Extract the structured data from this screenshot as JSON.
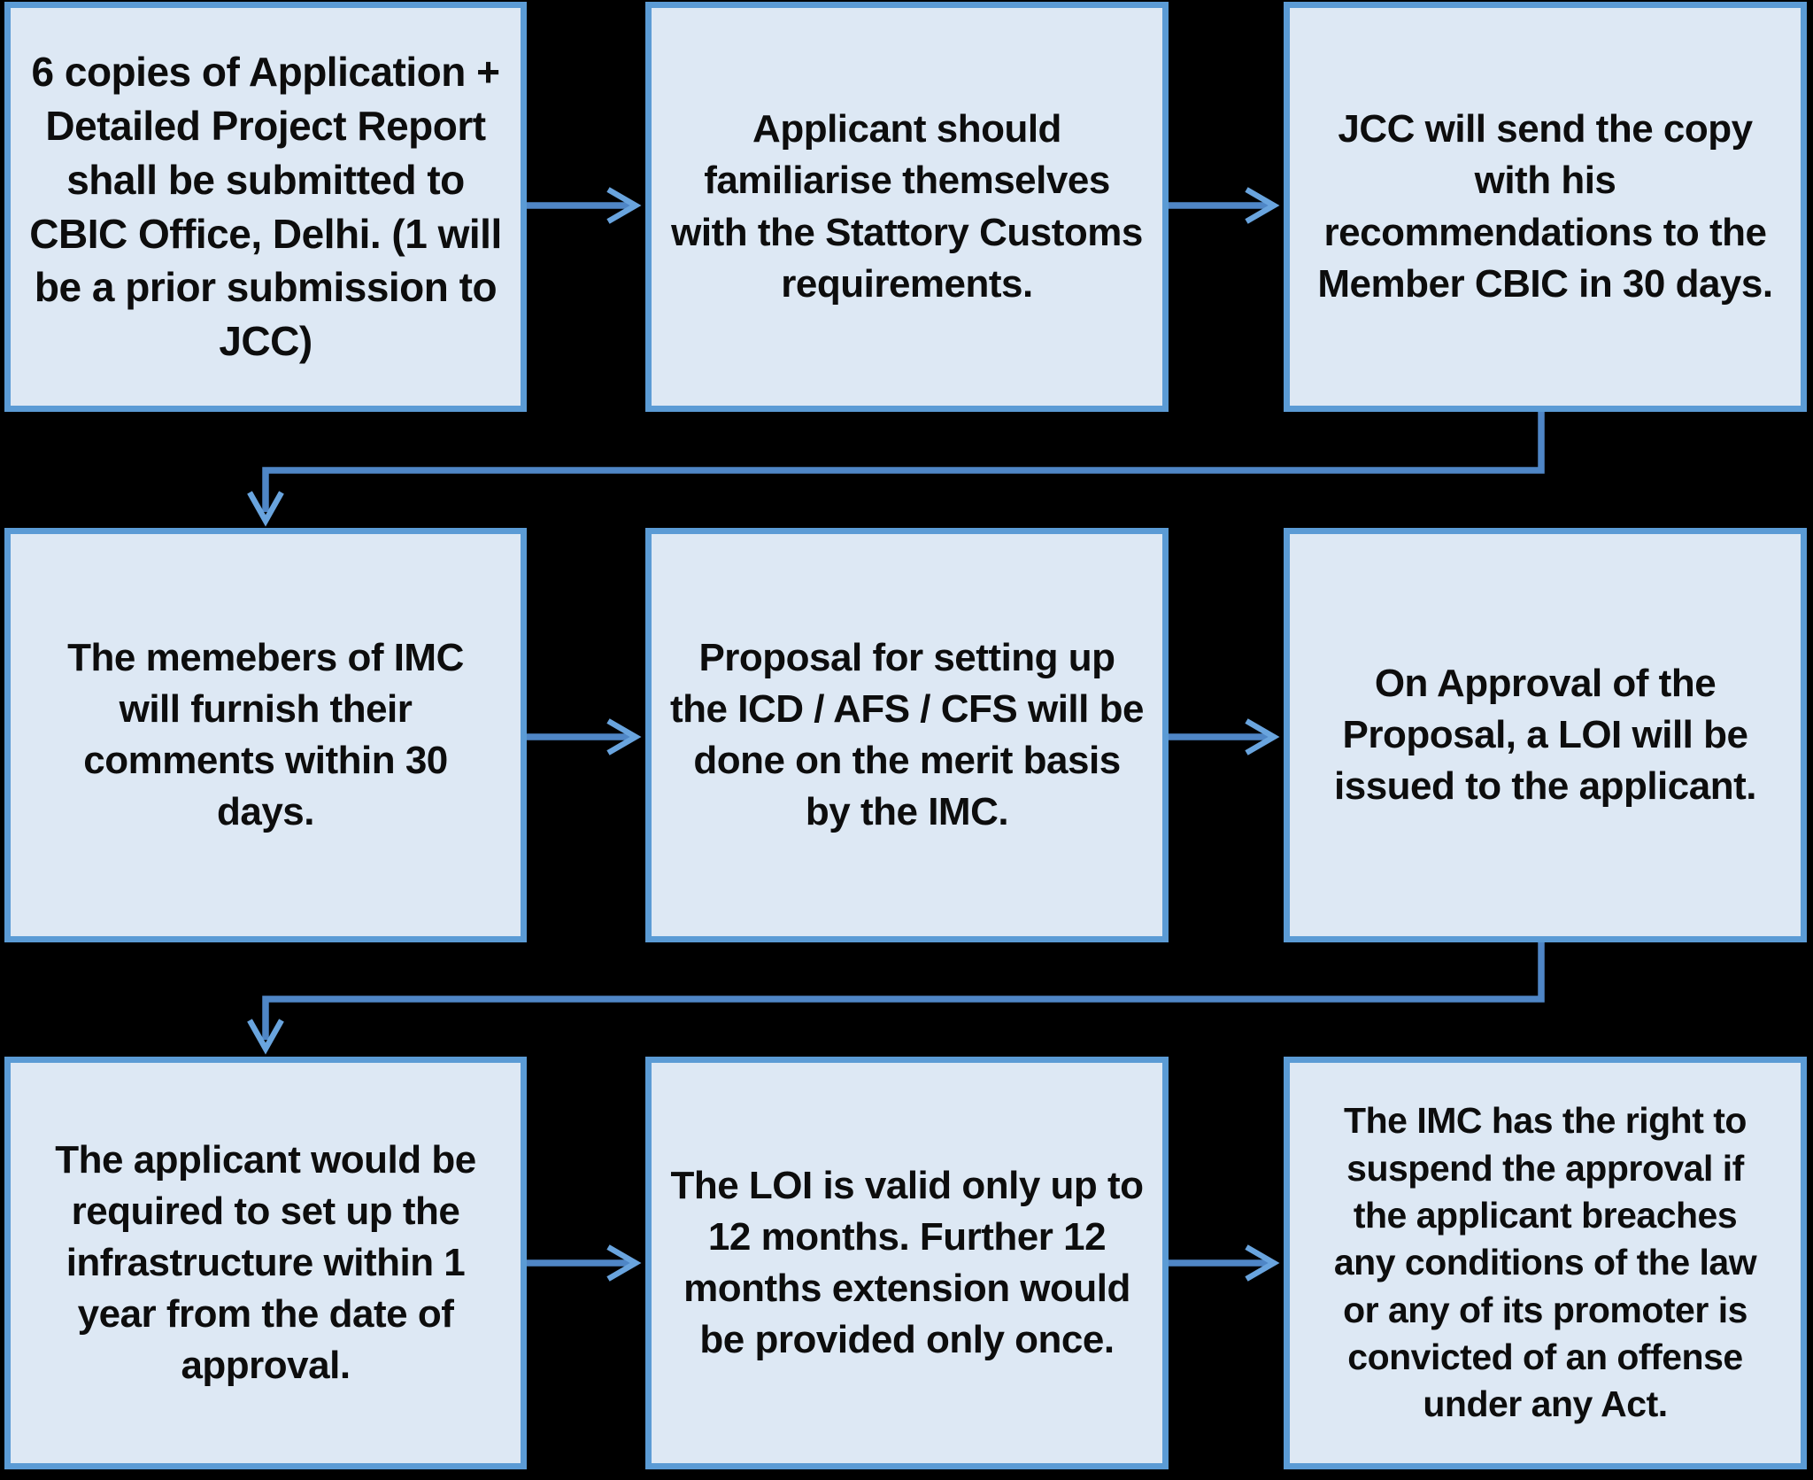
{
  "diagram": {
    "colors": {
      "background": "#000000",
      "box_fill": "#dde8f4",
      "box_border": "#5b9bd5",
      "connector": "#4f86c6",
      "arrowhead": "#69a4de",
      "text": "#0d0d0d"
    },
    "steps": [
      {
        "label": "6 copies of Application +\nDetailed Project Report\nshall be submitted to\nCBIC Office, Delhi. (1 will\nbe a prior submission to\nJCC)"
      },
      {
        "label": "Applicant should\nfamiliarise themselves\nwith the Stattory Customs\nrequirements."
      },
      {
        "label": "JCC will send the copy\nwith his\nrecommendations to the\nMember CBIC in 30 days."
      },
      {
        "label": "The memebers of IMC\nwill furnish their\ncomments within 30\ndays."
      },
      {
        "label": "Proposal for setting up\nthe ICD / AFS / CFS will be\ndone on the merit basis\nby the IMC."
      },
      {
        "label": "On Approval of the\nProposal, a LOI will be\nissued to the applicant."
      },
      {
        "label": "The applicant would be\nrequired to set up the\ninfrastructure within 1\nyear from the date of\napproval."
      },
      {
        "label": "The LOI is valid only up to\n12 months. Further 12\nmonths extension would\nbe provided only once."
      },
      {
        "label": "The IMC has the right to\nsuspend the approval if\nthe applicant breaches\nany conditions of the law\nor any of its promoter is\nconvicted of an offense\nunder any Act."
      }
    ]
  }
}
